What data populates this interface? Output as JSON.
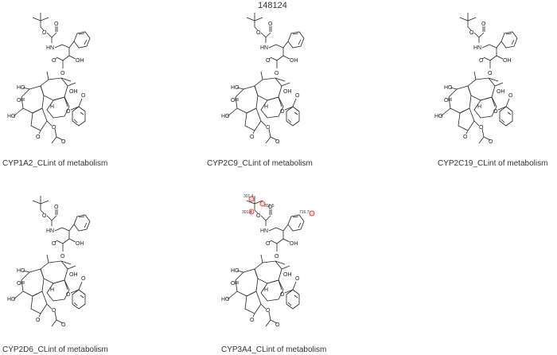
{
  "title": "148124",
  "panels": [
    {
      "caption": "CYP1A2_CLint of metabolism",
      "highlights": []
    },
    {
      "caption": "CYP2C9_CLint of metabolism",
      "highlights": []
    },
    {
      "caption": "CYP2C19_CLint of metabolism",
      "highlights": []
    },
    {
      "caption": "CYP2D6_CLint of metabolism",
      "highlights": []
    },
    {
      "caption": "CYP3A4_CLint of metabolism",
      "highlights": [
        {
          "label": "301.4"
        },
        {
          "label": "301.5"
        },
        {
          "label": "301.4"
        },
        {
          "label": "716.7"
        }
      ]
    }
  ],
  "atoms": {
    "o": "O",
    "hn": "HN",
    "oh": "OH",
    "ho": "HO",
    "h": "H"
  },
  "colors": {
    "bond": "#222222",
    "highlight": "#e05050",
    "highlight_fill": "#f6c9c9"
  }
}
